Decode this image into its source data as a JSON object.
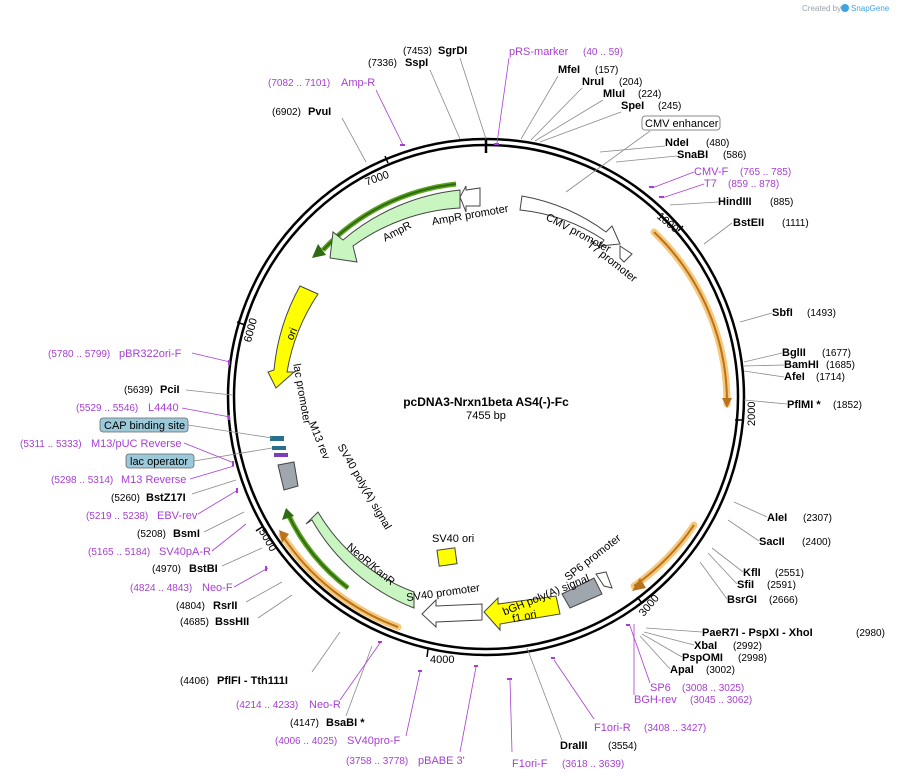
{
  "branding": {
    "created_by": "Created by",
    "app": "SnapGene"
  },
  "plasmid": {
    "name": "pcDNA3-Nrxn1beta AS4(-)-Fc",
    "size": "7455 bp"
  },
  "ticks": [
    "1000",
    "2000",
    "3000",
    "4000",
    "5000",
    "6000",
    "7000"
  ],
  "features": [
    {
      "id": "ampr",
      "label": "AmpR",
      "color": "#c8f5c0"
    },
    {
      "id": "ampr-promoter",
      "label": "AmpR promoter",
      "color": "#ffffff"
    },
    {
      "id": "cmv-promoter",
      "label": "CMV promoter",
      "color": "#ffffff"
    },
    {
      "id": "t7-promoter",
      "label": "T7 promoter",
      "color": "#ffffff"
    },
    {
      "id": "ori",
      "label": "ori",
      "color": "#ffff00"
    },
    {
      "id": "lac-promoter",
      "label": "lac promoter",
      "color": "#ffffff"
    },
    {
      "id": "m13-rev",
      "label": "M13 rev",
      "color": "#ffffff"
    },
    {
      "id": "sv40-polya",
      "label": "SV40 poly(A) signal",
      "color": "#a0a6ad"
    },
    {
      "id": "neor",
      "label": "NeoR/KanR",
      "color": "#c8f5c0"
    },
    {
      "id": "sv40-ori",
      "label": "SV40 ori",
      "color": "#ffff00"
    },
    {
      "id": "sv40-promoter",
      "label": "SV40 promoter",
      "color": "#ffffff"
    },
    {
      "id": "f1-ori",
      "label": "f1 ori",
      "color": "#ffff00"
    },
    {
      "id": "bgh-polya",
      "label": "bGH poly(A) signal",
      "color": "#a0a6ad"
    },
    {
      "id": "sp6-promoter",
      "label": "SP6 promoter",
      "color": "#ffffff"
    }
  ],
  "boxed_labels": {
    "cmv_enhancer": "CMV enhancer",
    "cap_site": "CAP binding site",
    "lac_operator": "lac operator"
  },
  "sites": [
    {
      "name": "SgrDI",
      "pos": "(7453)"
    },
    {
      "name": "SspI",
      "pos": "(7336)"
    },
    {
      "name": "PvuI",
      "pos": "(6902)"
    },
    {
      "name": "MfeI",
      "pos": "(157)"
    },
    {
      "name": "NruI",
      "pos": "(204)"
    },
    {
      "name": "MluI",
      "pos": "(224)"
    },
    {
      "name": "SpeI",
      "pos": "(245)"
    },
    {
      "name": "NdeI",
      "pos": "(480)"
    },
    {
      "name": "SnaBI",
      "pos": "(586)"
    },
    {
      "name": "HindIII",
      "pos": "(885)"
    },
    {
      "name": "BstEII",
      "pos": "(1111)"
    },
    {
      "name": "SbfI",
      "pos": "(1493)"
    },
    {
      "name": "BglII",
      "pos": "(1677)"
    },
    {
      "name": "BamHI",
      "pos": "(1685)"
    },
    {
      "name": "AfeI",
      "pos": "(1714)"
    },
    {
      "name": "PflMI *",
      "pos": "(1852)"
    },
    {
      "name": "AleI",
      "pos": "(2307)"
    },
    {
      "name": "SacII",
      "pos": "(2400)"
    },
    {
      "name": "KflI",
      "pos": "(2551)"
    },
    {
      "name": "SfiI",
      "pos": "(2591)"
    },
    {
      "name": "BsrGI",
      "pos": "(2666)"
    },
    {
      "name": "PaeR7I - PspXI - XhoI",
      "pos": "(2980)"
    },
    {
      "name": "XbaI",
      "pos": "(2992)"
    },
    {
      "name": "PspOMI",
      "pos": "(2998)"
    },
    {
      "name": "ApaI",
      "pos": "(3002)"
    },
    {
      "name": "DraIII",
      "pos": "(3554)"
    },
    {
      "name": "BsaBI *",
      "pos": "(4147)"
    },
    {
      "name": "PflFI - Tth111I",
      "pos": "(4406)"
    },
    {
      "name": "BssHII",
      "pos": "(4685)"
    },
    {
      "name": "RsrII",
      "pos": "(4804)"
    },
    {
      "name": "BstBI",
      "pos": "(4970)"
    },
    {
      "name": "BsmI",
      "pos": "(5208)"
    },
    {
      "name": "BstZ17I",
      "pos": "(5260)"
    },
    {
      "name": "PciI",
      "pos": "(5639)"
    }
  ],
  "primers": [
    {
      "name": "pRS-marker",
      "pos": "(40 .. 59)"
    },
    {
      "name": "Amp-R",
      "pos": "(7082 .. 7101)"
    },
    {
      "name": "CMV-F",
      "pos": "(765 .. 785)"
    },
    {
      "name": "T7",
      "pos": "(859 .. 878)"
    },
    {
      "name": "pBR322ori-F",
      "pos": "(5780 .. 5799)"
    },
    {
      "name": "L4440",
      "pos": "(5529 .. 5546)"
    },
    {
      "name": "M13/pUC Reverse",
      "pos": "(5311 .. 5333)"
    },
    {
      "name": "M13 Reverse",
      "pos": "(5298 .. 5314)"
    },
    {
      "name": "EBV-rev",
      "pos": "(5219 .. 5238)"
    },
    {
      "name": "SV40pA-R",
      "pos": "(5165 .. 5184)"
    },
    {
      "name": "Neo-F",
      "pos": "(4824 .. 4843)"
    },
    {
      "name": "Neo-R",
      "pos": "(4214 .. 4233)"
    },
    {
      "name": "SV40pro-F",
      "pos": "(4006 .. 4025)"
    },
    {
      "name": "pBABE 3'",
      "pos": "(3758 .. 3778)"
    },
    {
      "name": "F1ori-F",
      "pos": "(3618 .. 3639)"
    },
    {
      "name": "F1ori-R",
      "pos": "(3408 .. 3427)"
    },
    {
      "name": "SP6",
      "pos": "(3008 .. 3025)"
    },
    {
      "name": "BGH-rev",
      "pos": "(3045 .. 3062)"
    }
  ]
}
